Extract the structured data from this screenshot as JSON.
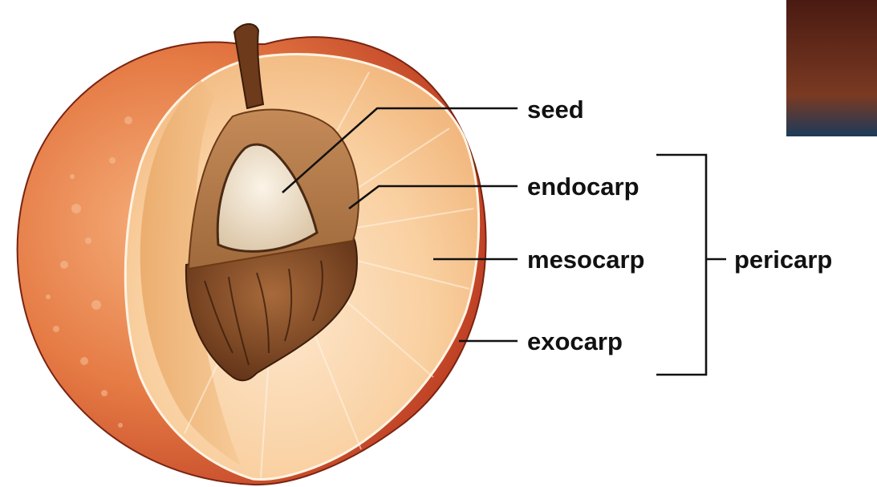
{
  "labels": {
    "seed": "seed",
    "endocarp": "endocarp",
    "mesocarp": "mesocarp",
    "exocarp": "exocarp",
    "pericarp": "pericarp"
  },
  "icons": [
    "peach-cross-section",
    "photo-thumbnail"
  ],
  "colors": {
    "skin_red": "#c9472a",
    "skin_orange": "#ec8a55",
    "flesh": "#f7c896",
    "stone": "#7a4423",
    "seed": "#efe4d2",
    "text": "#111111"
  }
}
